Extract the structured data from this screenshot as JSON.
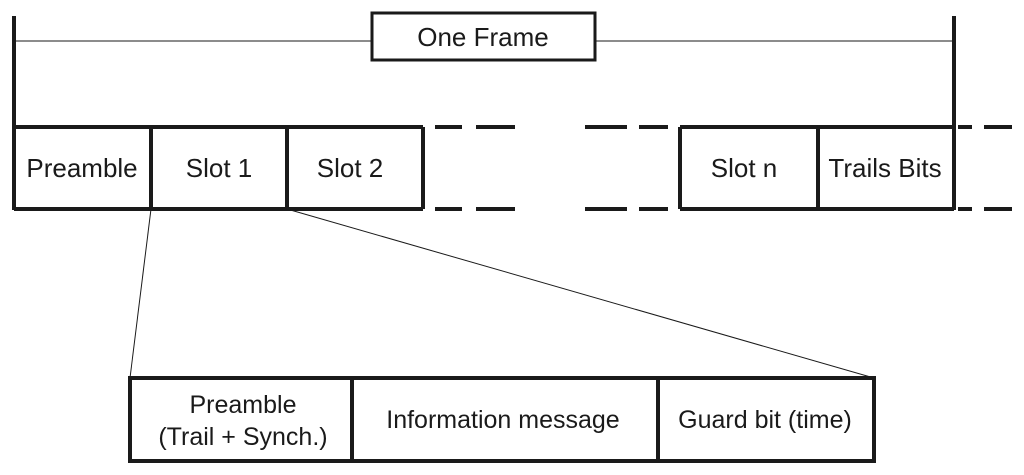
{
  "frame_label": "One Frame",
  "frame_fields": {
    "preamble": "Preamble",
    "slot1": "Slot 1",
    "slot2": "Slot 2",
    "slotn": "Slot n",
    "trails": "Trails Bits"
  },
  "slot_fields": {
    "preamble_line1": "Preamble",
    "preamble_line2": "(Trail + Synch.)",
    "info": "Information message",
    "guard": "Guard bit (time)"
  }
}
